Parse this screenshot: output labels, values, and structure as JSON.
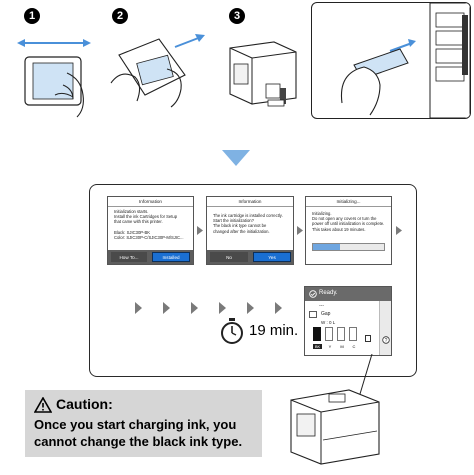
{
  "steps": [
    "1",
    "2",
    "3"
  ],
  "screens": {
    "info1": {
      "title": "Information",
      "body": "Initialization starts.\nInstall the ink Cartridges for Setup\nthat came with this printer.\n\nBlack: SJIC30P-BK\nColor: SJIC30P-C/SJIC30P-M/SJIC...",
      "left_button": "How To...",
      "right_button": "Installed"
    },
    "info2": {
      "title": "Information",
      "body": "The ink cartridge is installed correctly.\nStart the initialization?\nThe black ink type cannot be\nchanged after the initialization.",
      "left_button": "No",
      "right_button": "Yes"
    },
    "info3": {
      "title": "Initializing...",
      "body": "Initializing.\nDo not open any covers or turn the\npower off until initialization is complete.\nThis takes about 19 minutes."
    }
  },
  "status_panel": {
    "ready": "Ready.",
    "dashes": "---",
    "gap": "Gap",
    "w_label": "W : 0 L",
    "ink_labels": [
      "BK",
      "Y",
      "M",
      "C"
    ]
  },
  "timer_label": "19 min.",
  "caution": {
    "title": "Caution:",
    "line1": "Once you start charging ink, you",
    "line2": "cannot change the black ink type."
  },
  "colors": {
    "accent_blue": "#1a6fd2",
    "arrow_blue": "#4a90d9",
    "caution_bg": "#d6d6d6",
    "screen_bar": "#5d5d5d"
  }
}
